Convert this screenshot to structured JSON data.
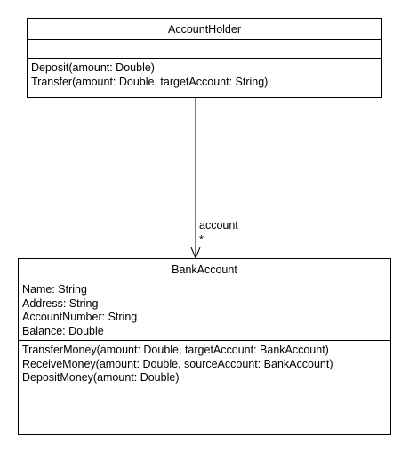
{
  "classes": {
    "account_holder": {
      "name": "AccountHolder",
      "attributes": [],
      "operations": [
        "Deposit(amount: Double)",
        "Transfer(amount: Double, targetAccount: String)"
      ]
    },
    "bank_account": {
      "name": "BankAccount",
      "attributes": [
        "Name: String",
        "Address: String",
        "AccountNumber: String",
        "Balance: Double"
      ],
      "operations": [
        "TransferMoney(amount: Double, targetAccount: BankAccount)",
        "ReceiveMoney(amount: Double, sourceAccount: BankAccount)",
        "DepositMoney(amount: Double)"
      ]
    }
  },
  "association": {
    "from": "AccountHolder",
    "to": "BankAccount",
    "role": "account",
    "multiplicity": "*",
    "navigable_end": "BankAccount"
  }
}
